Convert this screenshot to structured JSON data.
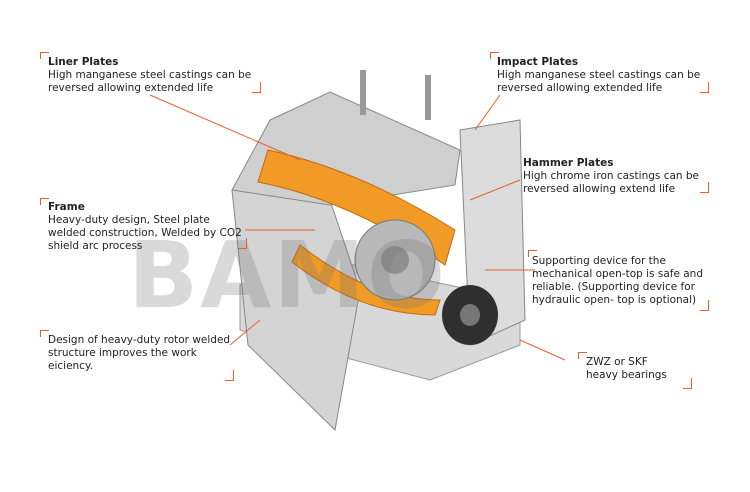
{
  "callouts": {
    "liner": {
      "title": "Liner Plates",
      "desc": "High manganese steel castings can be\nreversed allowing extended life"
    },
    "impact": {
      "title": "Impact Plates",
      "desc": "High manganese steel castings can be\nreversed allowing extended life"
    },
    "hammer": {
      "title": "Hammer Plates",
      "desc": "High chrome iron castings can be\nreversed allowing extend life"
    },
    "frame": {
      "title": "Frame",
      "desc": "Heavy-duty design, Steel plate\nwelded construction, Welded by CO2\nshield arc process"
    },
    "support": {
      "desc": "Supporting device for the\nmechanical open-top is safe and\nreliable. (Supporting device for\nhydraulic open- top is optional)"
    },
    "rotor": {
      "desc": "Design of heavy-duty rotor welded\nstructure improves the work\neiciency."
    },
    "bearings": {
      "desc": "ZWZ or SKF\nheavy bearings"
    }
  },
  "watermark": "BAMO",
  "colors": {
    "accent": "#e8612c",
    "steel": "#c8c8c8",
    "liner": "#f29a26"
  }
}
